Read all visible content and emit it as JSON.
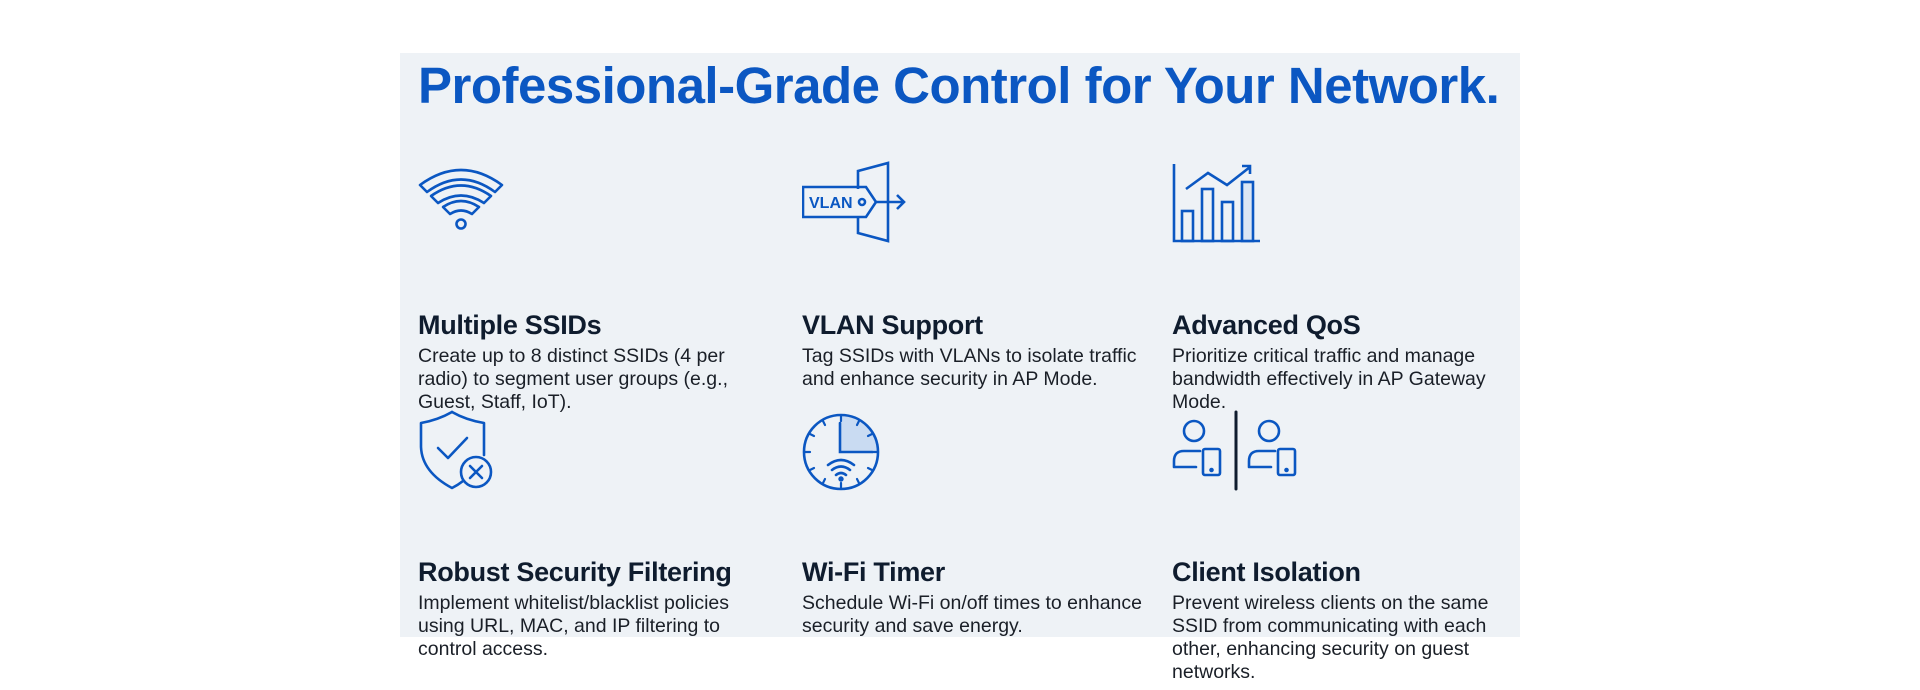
{
  "page": {
    "title": "Professional-Grade Control for Your Network.",
    "colors": {
      "accent": "#0b57c2",
      "heading": "#0f1c2e",
      "body_text": "#1a1f27",
      "panel_bg": "#eef2f6",
      "icon_fill_light": "#c9dbf2"
    }
  },
  "features": [
    {
      "icon": "wifi-icon",
      "title": "Multiple SSIDs",
      "description": "Create up to 8 distinct SSIDs (4 per radio) to segment user groups (e.g., Guest, Staff, IoT)."
    },
    {
      "icon": "vlan-tag-icon",
      "icon_label": "VLAN",
      "title": "VLAN Support",
      "description": "Tag SSIDs with VLANs to isolate traffic and enhance security in AP Mode."
    },
    {
      "icon": "bar-chart-trend-icon",
      "title": "Advanced QoS",
      "description": "Prioritize critical traffic and manage bandwidth effectively in AP Gateway Mode."
    },
    {
      "icon": "shield-check-icon",
      "title": "Robust Security Filtering",
      "description": "Implement whitelist/blacklist policies using URL, MAC, and IP filtering to control access."
    },
    {
      "icon": "clock-wifi-icon",
      "title": "Wi-Fi Timer",
      "description": "Schedule Wi-Fi on/off times to enhance security and save energy."
    },
    {
      "icon": "client-isolation-icon",
      "title": "Client Isolation",
      "description": "Prevent wireless clients on the same SSID from communicating with each other, enhancing security on guest networks."
    }
  ]
}
